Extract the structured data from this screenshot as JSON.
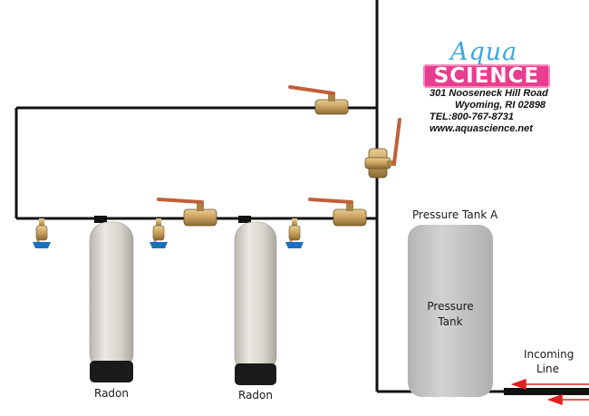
{
  "logo": {
    "brand_top": "Aqua",
    "brand_main": "SCIENCE"
  },
  "contact": {
    "address_line1": "301 Nooseneck Hill Road",
    "address_line2": "Wyoming, RI 02898",
    "phone": "TEL:800-767-8731",
    "website": "www.aquascience.net"
  },
  "pressure_tank": {
    "title": "Pressure Tank A",
    "body_line1": "Pressure",
    "body_line2": "Tank"
  },
  "filter_tanks": [
    {
      "label": "Radon"
    },
    {
      "label": "Radon"
    }
  ],
  "incoming": {
    "line1": "Incoming",
    "line2": "Line"
  },
  "colors": {
    "pipe": "#111111",
    "flow_arrow": "#e02020",
    "valve_brass": "#c8a060",
    "valve_handle": "#c0603a",
    "faucet_blue": "#1a6fc0",
    "pressure_tank": "#c8c8c8",
    "filter_tank": "#d8d6d0",
    "filter_base": "#1a1a1a"
  }
}
